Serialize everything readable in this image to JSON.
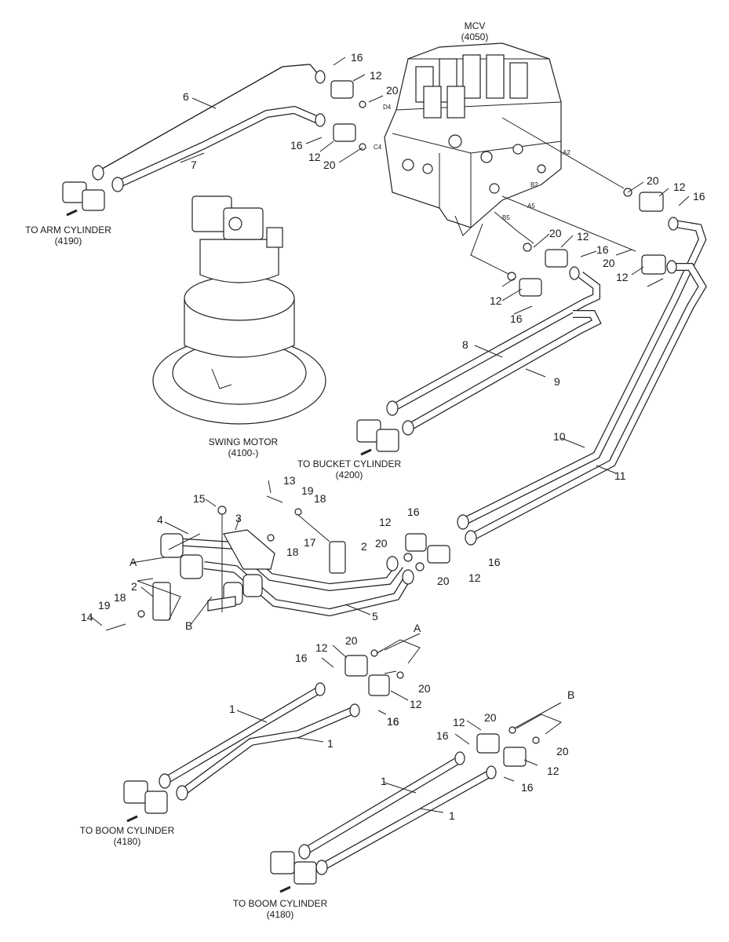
{
  "components": {
    "mcv": {
      "name": "MCV",
      "code": "(4050)"
    },
    "swing_motor": {
      "name": "SWING MOTOR",
      "code": "(4100-)"
    },
    "arm_cylinder": {
      "name": "TO ARM CYLINDER",
      "code": "(4190)"
    },
    "bucket_cylinder": {
      "name": "TO BUCKET CYLINDER",
      "code": "(4200)"
    },
    "boom_cylinder_1": {
      "name": "TO BOOM CYLINDER",
      "code": "(4180)"
    },
    "boom_cylinder_2": {
      "name": "TO BOOM CYLINDER",
      "code": "(4180)"
    }
  },
  "ports": [
    "D4",
    "C4",
    "A2",
    "B2",
    "A5",
    "B5"
  ],
  "connection_refs": [
    "A",
    "B"
  ],
  "callouts": [
    "16",
    "12",
    "6",
    "20",
    "7",
    "16",
    "12",
    "20",
    "20",
    "12",
    "16",
    "20",
    "20",
    "12",
    "12",
    "16",
    "12",
    "16",
    "8",
    "9",
    "10",
    "11",
    "13",
    "19",
    "18",
    "15",
    "3",
    "4",
    "17",
    "18",
    "2",
    "A",
    "2",
    "18",
    "19",
    "14",
    "B",
    "5",
    "16",
    "12",
    "20",
    "16",
    "20",
    "12",
    "16",
    "20",
    "A",
    "16",
    "12",
    "20",
    "12",
    "16",
    "1",
    "1",
    "B",
    "20",
    "12",
    "16",
    "20",
    "12",
    "16",
    "1",
    "1"
  ]
}
